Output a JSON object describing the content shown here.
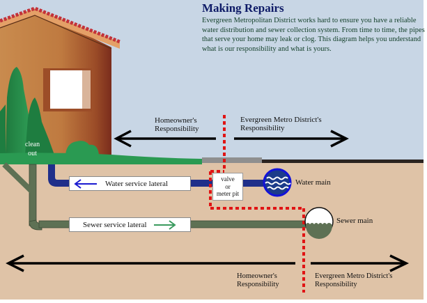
{
  "title": "Making Repairs",
  "intro": "Evergreen Metropolitan District works hard to ensure you have a reliable water distribution and sewer collection system. From time to time, the pipes that serve your home may leak or clog. This diagram helps you understand what is our responsibility and what is yours.",
  "colors": {
    "sky": "#c8d6e5",
    "soil": "#dfc3a7",
    "grass": "#2a9a52",
    "water_pipe": "#1f2f8a",
    "sewer_pipe": "#5e7154",
    "boundary": "#e01414",
    "title": "#0d1a66"
  },
  "top_responsibility": {
    "homeowner": [
      "Homeowner's",
      "Responsibility"
    ],
    "district": [
      "Evergreen Metro District's",
      "Responsibility"
    ]
  },
  "bottom_responsibility": {
    "homeowner": [
      "Homeowner's",
      "Responsibility"
    ],
    "district": [
      "Evergreen Metro District's",
      "Responsibility"
    ]
  },
  "labels": {
    "cleanout": [
      "clean",
      "out"
    ],
    "water_lateral": "Water service lateral",
    "sewer_lateral": "Sewer service lateral",
    "valve": [
      "valve",
      "or",
      "meter pit"
    ],
    "water_main": "Water main",
    "sewer_main": "Sewer main"
  },
  "icons": {
    "water_lateral_arrow": "arrow-left",
    "sewer_lateral_arrow": "arrow-right",
    "water_main": "water-waves-circle",
    "sewer_main": "sewer-circle",
    "house": "house",
    "trees": "evergreen-trees"
  }
}
